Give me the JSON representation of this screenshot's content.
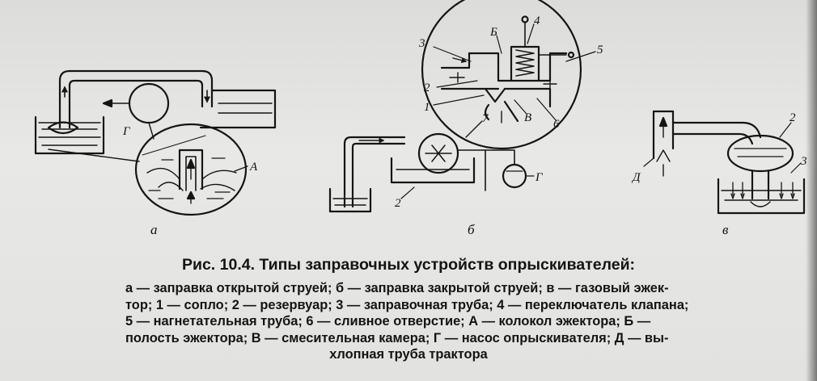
{
  "figure": {
    "panel_labels": {
      "a": "а",
      "b": "б",
      "c": "в"
    },
    "callouts": {
      "pump_a": "Г",
      "bell_a": "А",
      "num_3": "3",
      "letter_b": "Б",
      "num_4": "4",
      "num_5": "5",
      "num_2": "2",
      "num_1": "1",
      "letter_v": "В",
      "num_6": "6",
      "num_7": "7",
      "num_2_b": "2",
      "pump_b": "Г",
      "exhaust_c": "Д",
      "num_2_c": "2",
      "num_3_c": "3"
    }
  },
  "caption": {
    "title": "Рис. 10.4. Типы заправочных устройств опрыскивателей:",
    "lines": [
      "а — заправка открытой струей; б — заправка закрытой струей; в — газовый эжек-",
      "тор; 1 — сопло; 2 — резервуар; 3 — заправочная труба; 4 — переключатель клапана;",
      "5 — нагнетательная труба; 6 — сливное отверстие; А — колокол эжектора; Б —",
      "полость эжектора; В — смесительная камера; Г — насос опрыскивателя; Д — вы-",
      "хлопная труба трактора"
    ]
  }
}
